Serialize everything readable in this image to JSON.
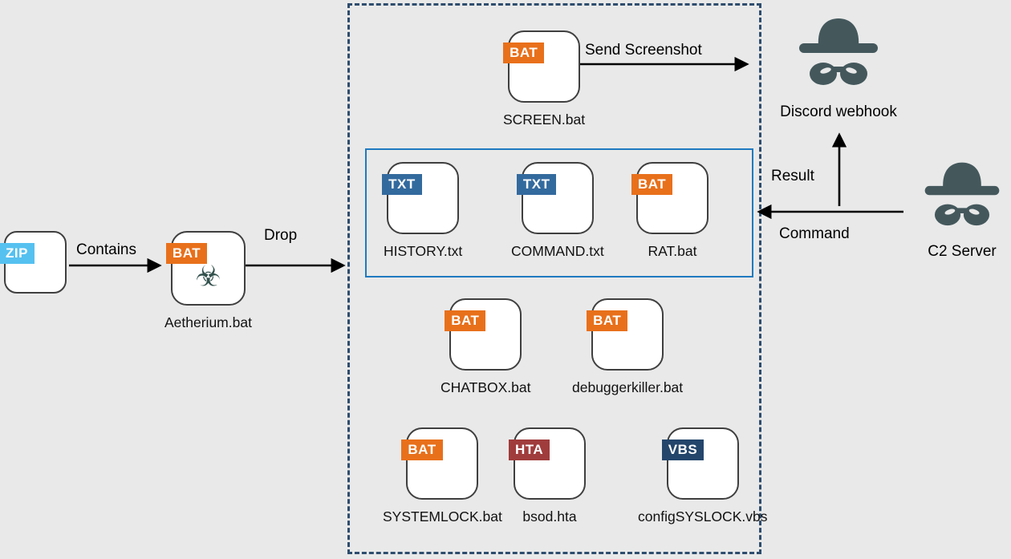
{
  "nodes": {
    "zip": {
      "badge": "ZIP"
    },
    "aetherium": {
      "badge": "BAT",
      "label": "Aetherium.bat",
      "biohazard": "☣"
    },
    "screen": {
      "badge": "BAT",
      "label": "SCREEN.bat"
    },
    "history": {
      "badge": "TXT",
      "label": "HISTORY.txt"
    },
    "command_txt": {
      "badge": "TXT",
      "label": "COMMAND.txt"
    },
    "rat": {
      "badge": "BAT",
      "label": "RAT.bat"
    },
    "chatbox": {
      "badge": "BAT",
      "label": "CHATBOX.bat"
    },
    "debuggerkiller": {
      "badge": "BAT",
      "label": "debuggerkiller.bat"
    },
    "systemlock": {
      "badge": "BAT",
      "label": "SYSTEMLOCK.bat"
    },
    "bsod": {
      "badge": "HTA",
      "label": "bsod.hta"
    },
    "configsyslock": {
      "badge": "VBS",
      "label": "configSYSLOCK.vbs"
    }
  },
  "actors": {
    "discord_webhook": {
      "label": "Discord webhook"
    },
    "c2_server": {
      "label": "C2 Server"
    }
  },
  "edges": {
    "contains": "Contains",
    "drop": "Drop",
    "send_screenshot": "Send Screenshot",
    "result": "Result",
    "command": "Command"
  },
  "colors": {
    "background": "#e9e9e9",
    "badge_bat": "#e8701b",
    "badge_txt": "#336a9e",
    "badge_zip": "#55c1f0",
    "badge_hta": "#a03c3c",
    "badge_vbs": "#24466b",
    "spy": "#44585c",
    "dashed_border": "#2e4d6e",
    "solid_box_border": "#1e7ac0",
    "icon_border": "#3f3f3f",
    "arrow": "#000000",
    "biohazard": "#32514c"
  }
}
